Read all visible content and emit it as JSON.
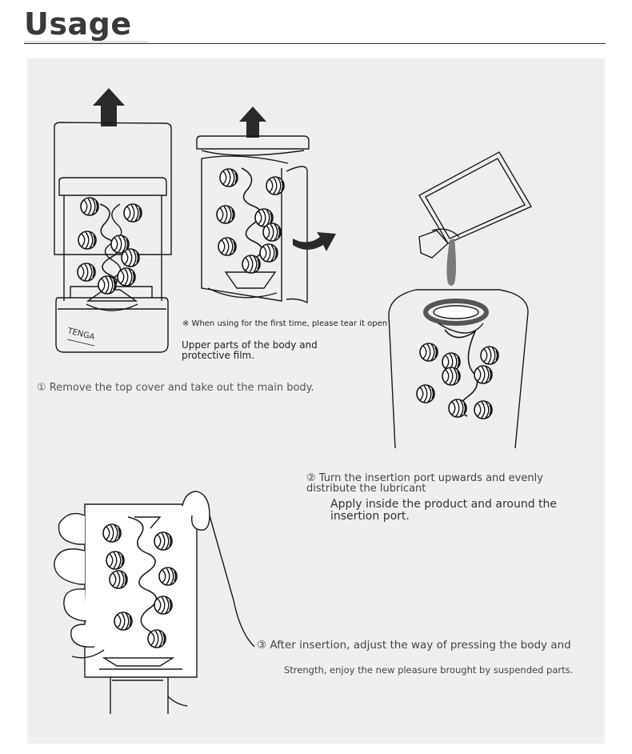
{
  "page": {
    "title": "Usage"
  },
  "steps": {
    "note": "※ When using for the first time, please tear it open",
    "upper_parts": "Upper parts of the body and protective film.",
    "step1": "① Remove the top cover and take out the main body.",
    "step2": "② Turn the insertion port upwards and evenly distribute the lubricant",
    "step2_detail": "Apply inside the product and around the insertion port.",
    "step3": "③ After insertion, adjust the way of pressing the body and",
    "step3_detail": "Strength, enjoy the new pleasure brought by suspended parts."
  },
  "product": {
    "brand_logo": "TENGA"
  },
  "colors": {
    "panel": "#efefef",
    "line": "#1a1a1a",
    "arrow": "#2a2a2a"
  },
  "icons": [
    "up-arrow-icon",
    "up-arrow-icon",
    "curved-arrow-icon"
  ]
}
